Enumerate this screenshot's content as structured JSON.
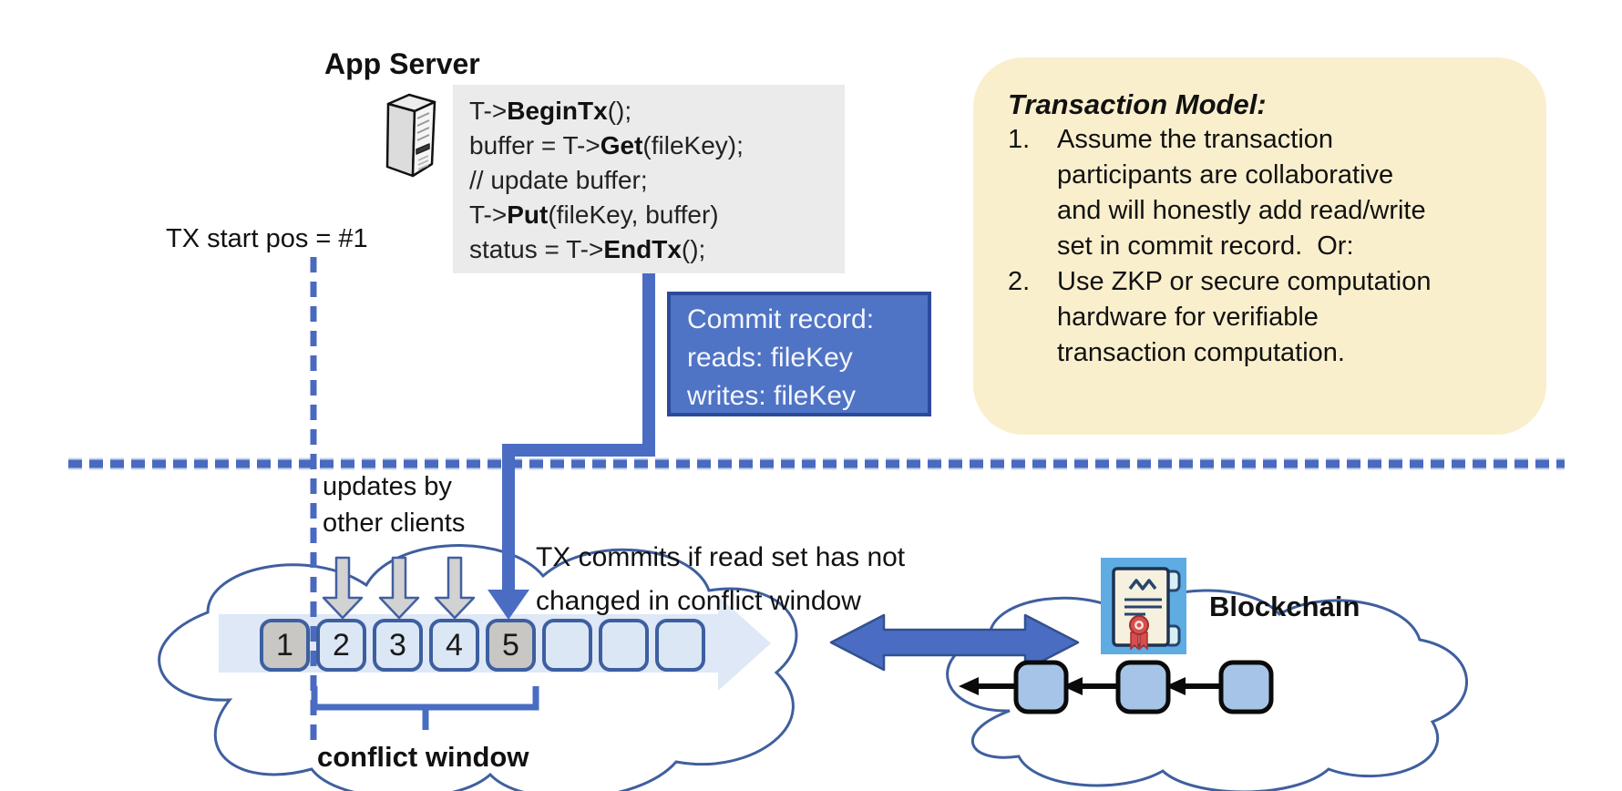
{
  "colors": {
    "accent_blue": "#4a6dc3",
    "dashed_line": "#4a6abf",
    "box_border": "#3d5fa0",
    "box_fill": "#dce7f6",
    "gray_fill": "#c8c7c4",
    "band_fill": "#dae6f5",
    "commit_bg": "#4f73c5",
    "commit_border": "#2b4a9b",
    "yellow_bg": "#faefcd",
    "code_bg": "#ebebeb",
    "block_fill": "#a6c4e7",
    "cloud_stroke": "#3f5f9e",
    "cert_bg": "#5face3",
    "cert_paper": "#f6f1de",
    "cert_navy": "#27456e",
    "seal_red": "#d84e4e"
  },
  "app_server": {
    "title": "App Server"
  },
  "code_block": {
    "lines": [
      "T->**BeginTx**();",
      "buffer = T->**Get**(fileKey);",
      "// update buffer;",
      "T->**Put**(fileKey, buffer)",
      "status = T->**EndTx**();"
    ]
  },
  "tx_start": {
    "label": "TX start pos = #1"
  },
  "commit_record": {
    "text": "Commit record:\nreads: fileKey\nwrites: fileKey"
  },
  "transaction_model": {
    "title": "Transaction Model:",
    "items": [
      {
        "num": "1.",
        "text": "Assume the transaction\nparticipants are collaborative\nand will honestly add read/write\nset in commit record.  Or:"
      },
      {
        "num": "2.",
        "text": "Use ZKP or secure computation\nhardware for verifiable\ntransaction computation."
      }
    ]
  },
  "timeline": {
    "slots": [
      {
        "label": "1",
        "gray": true
      },
      {
        "label": "2",
        "gray": false
      },
      {
        "label": "3",
        "gray": false
      },
      {
        "label": "4",
        "gray": false
      },
      {
        "label": "5",
        "gray": true
      },
      {
        "label": "",
        "gray": false
      },
      {
        "label": "",
        "gray": false
      },
      {
        "label": "",
        "gray": false
      }
    ],
    "updates_note": "updates by\nother clients",
    "commit_note": "TX commits if read set has not\nchanged in conflict window",
    "conflict_label": "conflict window"
  },
  "blockchain": {
    "label": "Blockchain",
    "block_count": 3
  }
}
